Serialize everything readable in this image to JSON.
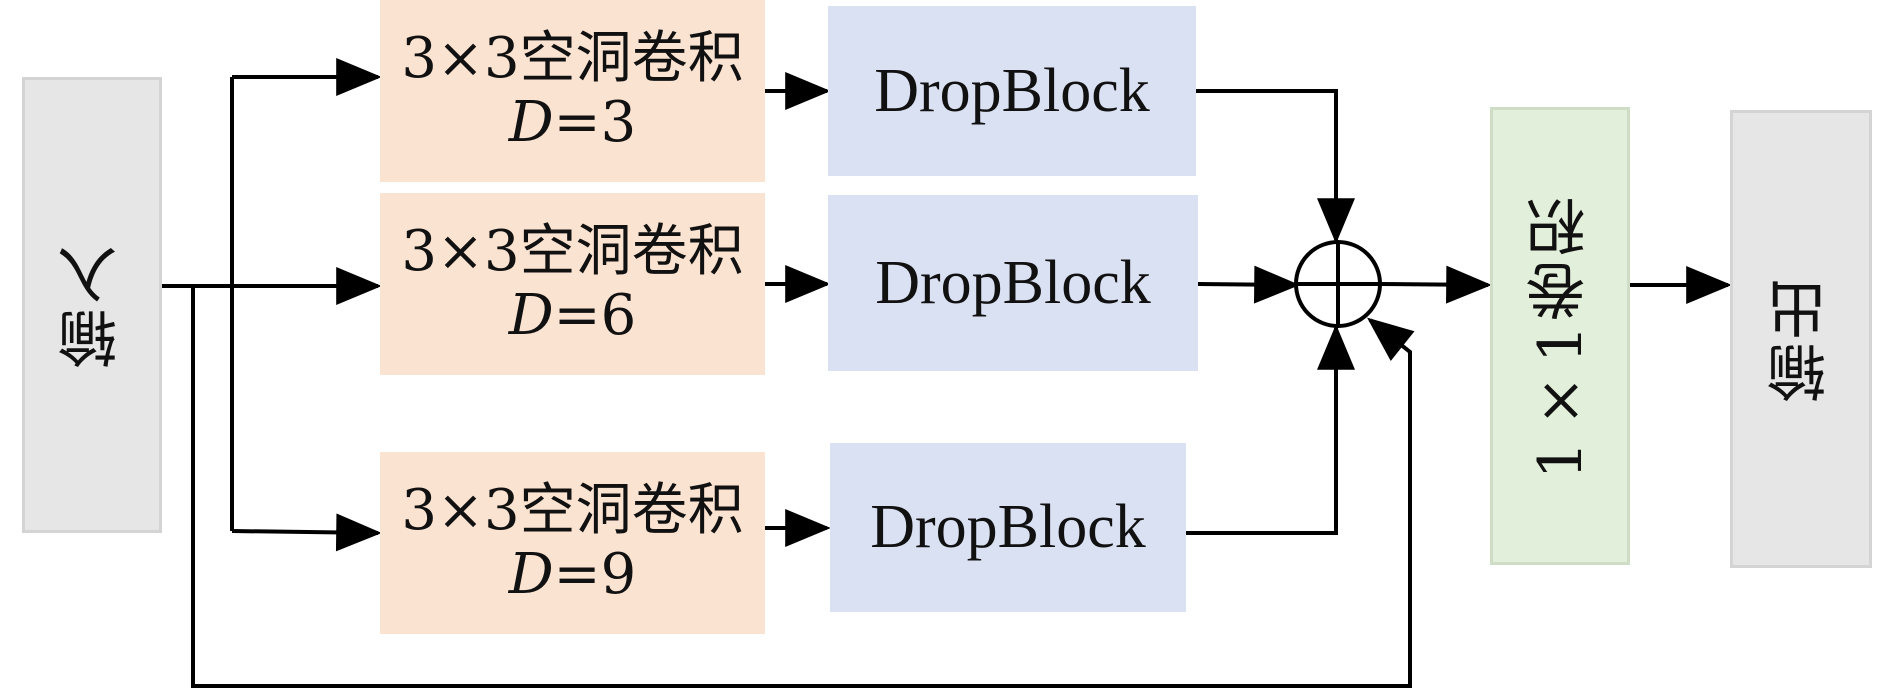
{
  "input_label": "输入",
  "output_label": "输出",
  "conv_blocks": [
    {
      "title": "3×3空洞卷积",
      "param_symbol": "D",
      "param_eq": "=3"
    },
    {
      "title": "3×3空洞卷积",
      "param_symbol": "D",
      "param_eq": "=6"
    },
    {
      "title": "3×3空洞卷积",
      "param_symbol": "D",
      "param_eq": "=9"
    }
  ],
  "dropblock_label": "DropBlock",
  "sum_symbol": "⊕",
  "conv1x1_label": "1×1卷积",
  "colors": {
    "io_fill": "#e6e6e6",
    "conv_fill": "#fbe3d2",
    "dropblock_fill": "#dae1f3",
    "conv1x1_fill": "#e2efda",
    "line": "#000000"
  }
}
